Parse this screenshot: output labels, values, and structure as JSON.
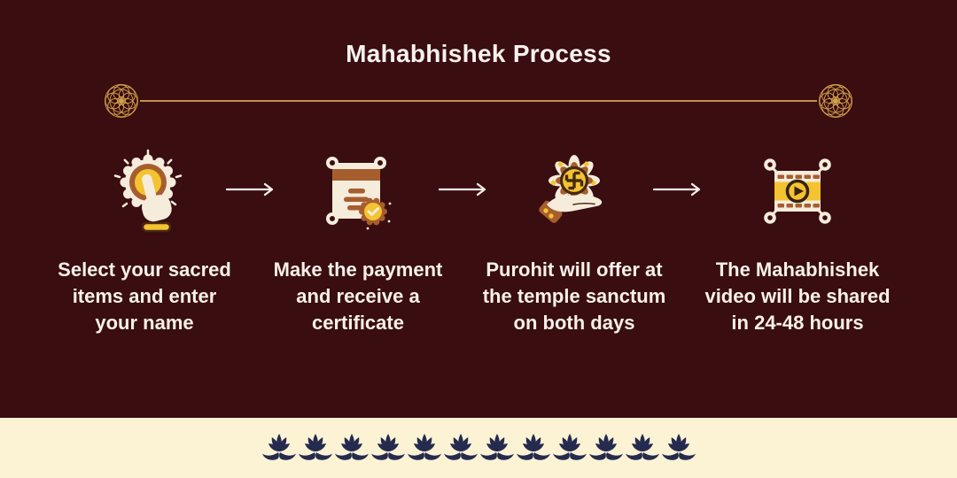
{
  "title": "Mahabhishek Process",
  "steps": [
    {
      "icon": "tap-select-icon",
      "lines": [
        "Select your sacred",
        "items and enter",
        "your name"
      ]
    },
    {
      "icon": "payment-certificate-icon",
      "lines": [
        "Make the payment",
        "and receive a",
        "certificate"
      ]
    },
    {
      "icon": "temple-offering-icon",
      "lines": [
        "Purohit will offer at",
        "the temple sanctum",
        "on both days"
      ]
    },
    {
      "icon": "video-share-icon",
      "lines": [
        "The Mahabhishek",
        "video will be shared",
        "in 24-48 hours"
      ]
    }
  ],
  "footer": {
    "ornament": "lotus-border",
    "lotus_count": 12
  },
  "colors": {
    "background": "#3A0D10",
    "title_text": "#F8F2EC",
    "divider_gold": "#C0924A",
    "rosette_gold": "#D2A24C",
    "icon_yellow": "#F3C331",
    "icon_brown": "#A65E2E",
    "icon_cream": "#F5ECDC",
    "icon_dark": "#47290F",
    "footer_background": "#FCF3D5",
    "lotus_navy": "#252B4E"
  }
}
